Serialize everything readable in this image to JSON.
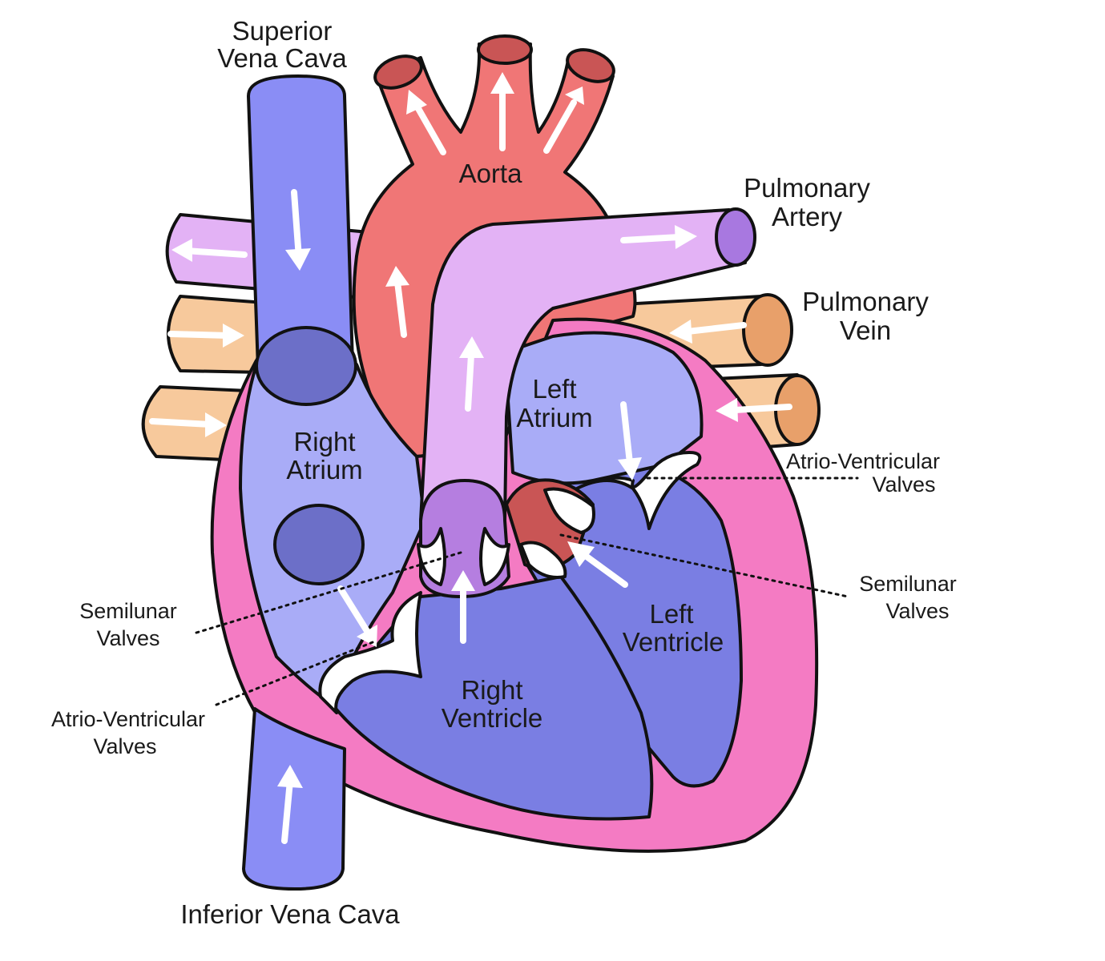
{
  "labels": {
    "superior_vena_cava": [
      "Superior",
      "Vena Cava"
    ],
    "aorta": "Aorta",
    "pulmonary_artery": [
      "Pulmonary",
      "Artery"
    ],
    "pulmonary_vein": [
      "Pulmonary",
      "Vein"
    ],
    "left_atrium": [
      "Left",
      "Atrium"
    ],
    "right_atrium": [
      "Right",
      "Atrium"
    ],
    "av_valves_right_side": [
      "Atrio-Ventricular",
      "Valves"
    ],
    "semilunar_valves_right_side": [
      "Semilunar",
      "Valves"
    ],
    "left_ventricle": [
      "Left",
      "Ventricle"
    ],
    "right_ventricle": [
      "Right",
      "Ventricle"
    ],
    "semilunar_valves_left_side": [
      "Semilunar",
      "Valves"
    ],
    "av_valves_left_side": [
      "Atrio-Ventricular",
      "Valves"
    ],
    "inferior_vena_cava": "Inferior Vena Cava"
  },
  "colors": {
    "vena_cava": "#8a8df5",
    "vena_cava_end": "#6c6fc8",
    "aorta": "#f07676",
    "aorta_end": "#c95555",
    "pulmonary_artery": "#e3b2f5",
    "pulmonary_artery_end": "#a878e0",
    "pulmonary_vein": "#f7c99c",
    "pulmonary_vein_end": "#e8a06a",
    "heart_wall": "#f47bc3",
    "right_atrium": "#a9acf7",
    "right_ventricle": "#7a7ee3",
    "left_atrium": "#a9acf7",
    "left_ventricle": "#7a7ee3",
    "valve": "#ffffff",
    "arrow": "#ffffff"
  }
}
